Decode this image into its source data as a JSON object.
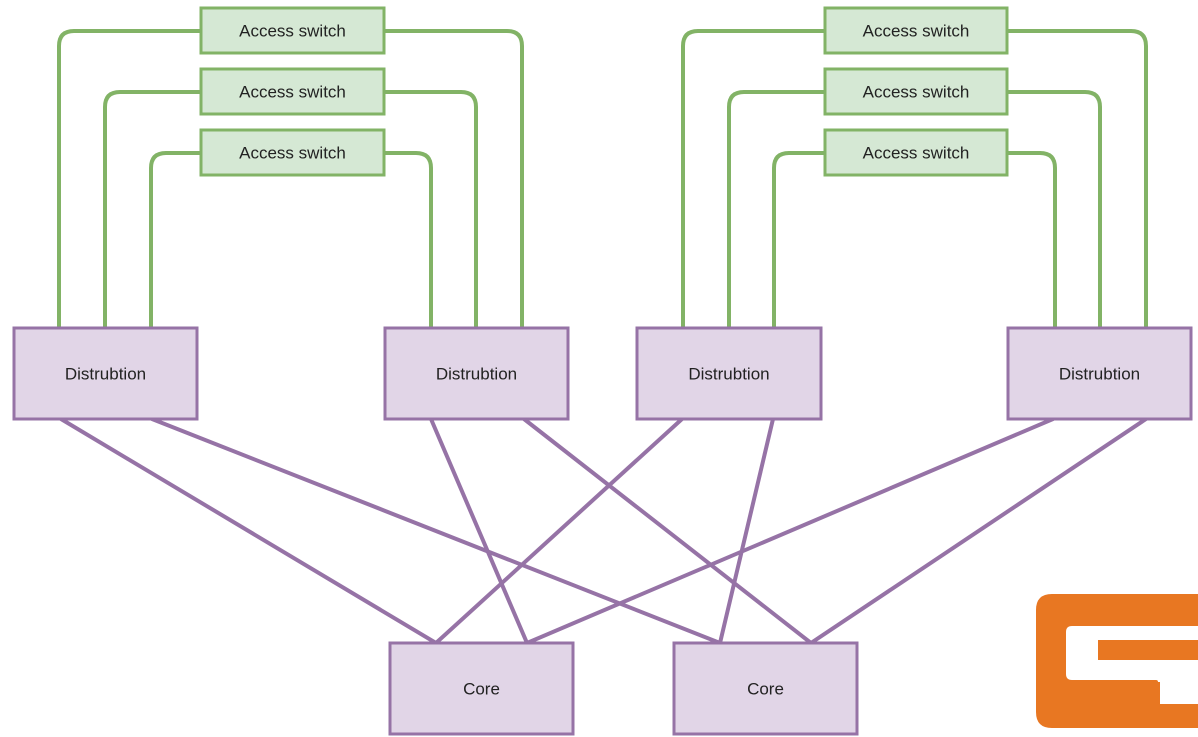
{
  "diagram": {
    "access_switches": [
      {
        "label": "Access switch",
        "group": "left"
      },
      {
        "label": "Access switch",
        "group": "left"
      },
      {
        "label": "Access switch",
        "group": "left"
      },
      {
        "label": "Access switch",
        "group": "right"
      },
      {
        "label": "Access switch",
        "group": "right"
      },
      {
        "label": "Access switch",
        "group": "right"
      }
    ],
    "distribution": [
      {
        "label": "Distrubtion"
      },
      {
        "label": "Distrubtion"
      },
      {
        "label": "Distrubtion"
      },
      {
        "label": "Distrubtion"
      }
    ],
    "core": [
      {
        "label": "Core"
      },
      {
        "label": "Core"
      }
    ],
    "colors": {
      "access_fill": "#d5e8d4",
      "access_stroke": "#82b366",
      "distribution_fill": "#e1d5e7",
      "distribution_stroke": "#9673a6",
      "core_fill": "#e1d5e7",
      "core_stroke": "#9673a6",
      "logo_accent": "#e87722"
    },
    "logo": {
      "icon": "company-logo-icon"
    }
  }
}
